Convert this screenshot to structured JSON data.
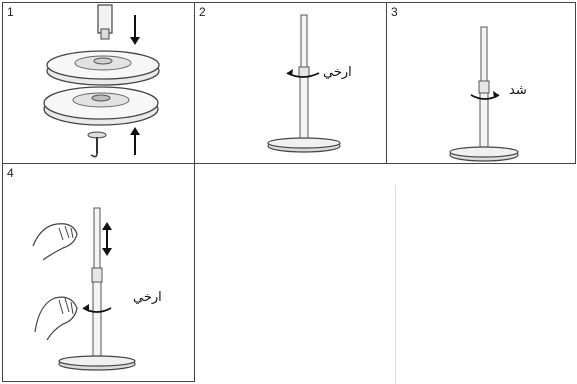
{
  "steps": [
    {
      "number": "1"
    },
    {
      "number": "2",
      "label": "ارخي"
    },
    {
      "number": "3",
      "label": "شد"
    },
    {
      "number": "4",
      "label": "ارخي"
    }
  ]
}
